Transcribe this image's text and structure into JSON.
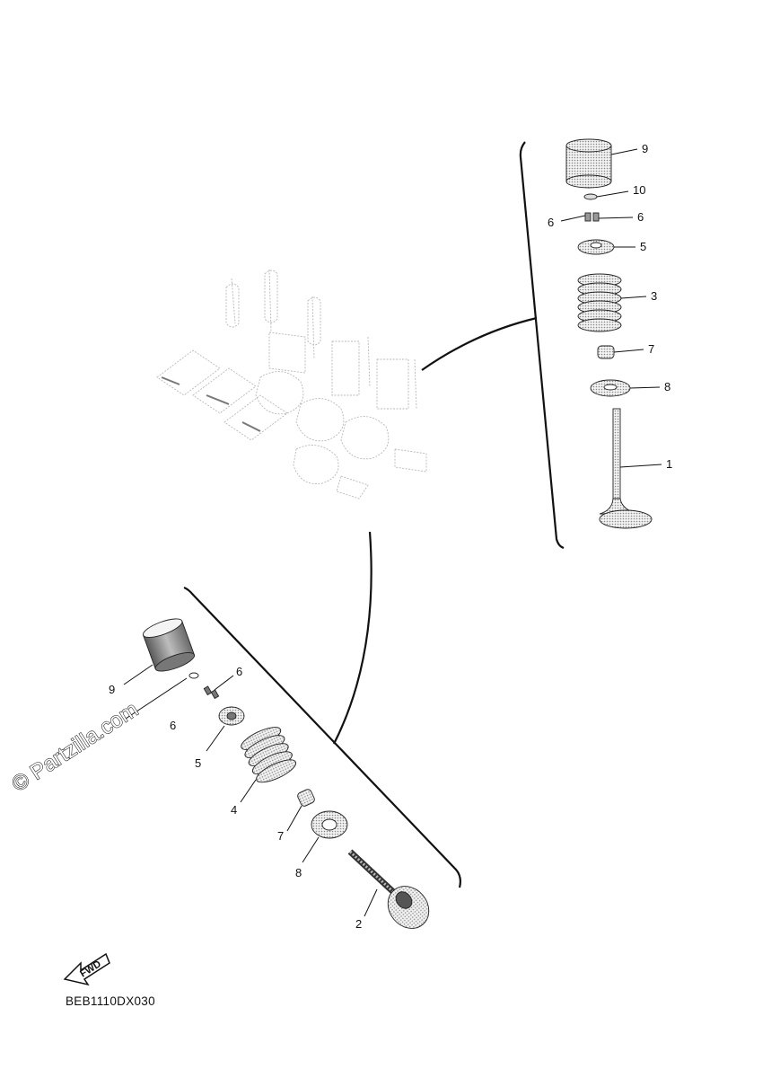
{
  "diagram": {
    "drawing_code": "BEB1110DX030",
    "watermark": "© Partzilla.com",
    "fwd_label": "FWD",
    "exhaust_group_callouts": [
      "9",
      "10",
      "6",
      "6",
      "5",
      "3",
      "7",
      "8",
      "1"
    ],
    "intake_group_callouts": [
      "9",
      "6",
      "6",
      "5",
      "4",
      "7",
      "8",
      "2"
    ]
  },
  "colors": {
    "line": "#111111",
    "ghost": "#b8b8b8",
    "part_shade": "#9a9a9a",
    "background": "#ffffff"
  },
  "icons": [
    "fwd-arrow-icon"
  ]
}
